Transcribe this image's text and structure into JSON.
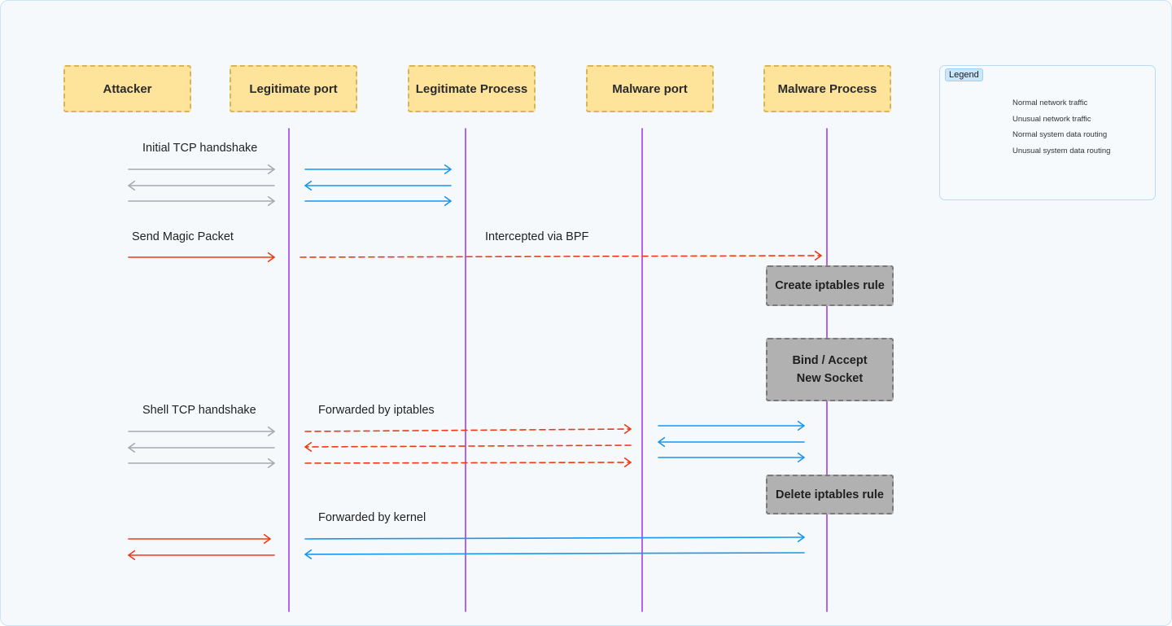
{
  "diagram": {
    "actors": [
      {
        "id": "attacker",
        "label": "Attacker"
      },
      {
        "id": "legit-port",
        "label": "Legitimate port"
      },
      {
        "id": "legit-process",
        "label": "Legitimate Process"
      },
      {
        "id": "malware-port",
        "label": "Malware port"
      },
      {
        "id": "malware-process",
        "label": "Malware Process"
      }
    ],
    "messages": {
      "initial_tcp": "Initial TCP handshake",
      "magic_packet": "Send Magic Packet",
      "bpf": "Intercepted via BPF",
      "shell_tcp": "Shell TCP handshake",
      "fwd_iptables": "Forwarded by iptables",
      "fwd_kernel": "Forwarded by kernel"
    },
    "steps": {
      "create_rule": "Create iptables rule",
      "bind_accept": "Bind / Accept\nNew Socket",
      "delete_rule": "Delete iptables rule"
    }
  },
  "legend": {
    "title": "Legend",
    "items": [
      {
        "label": "Normal network traffic",
        "style": "normal-network"
      },
      {
        "label": "Unusual network traffic",
        "style": "unusual-network"
      },
      {
        "label": "Normal system data routing",
        "style": "normal-system"
      },
      {
        "label": "Unusual system data routing",
        "style": "unusual-system"
      }
    ]
  },
  "colors": {
    "lifeline": "#a23fe3",
    "normal_network": "#a6a9ad",
    "unusual_network": "#ec3b16",
    "normal_system": "#1a96ec",
    "unusual_system": "#ec3b16",
    "actor_fill": "#fde49a",
    "step_fill": "#b1b1b1"
  }
}
